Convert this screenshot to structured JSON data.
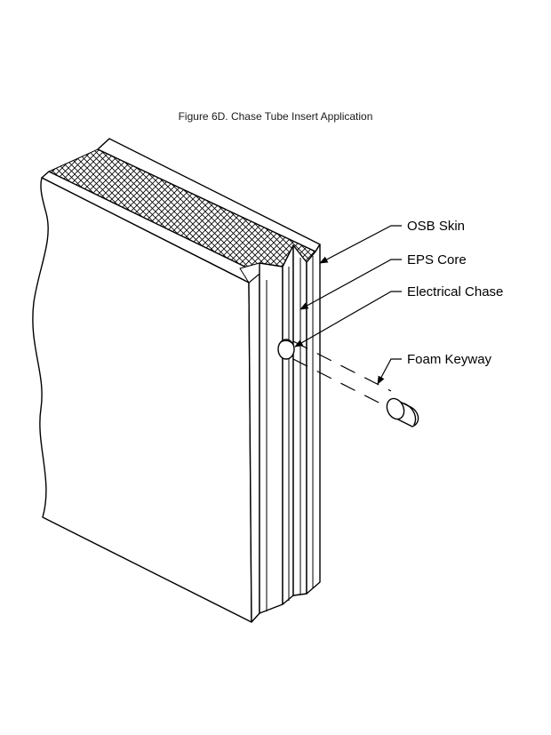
{
  "figure": {
    "title": "Figure 6D. Chase Tube Insert Application"
  },
  "callouts": [
    {
      "id": "osb-skin",
      "label": "OSB Skin"
    },
    {
      "id": "eps-core",
      "label": "EPS Core"
    },
    {
      "id": "electrical-chase",
      "label": "Electrical Chase"
    },
    {
      "id": "foam-keyway",
      "label": "Foam Keyway"
    }
  ],
  "colors": {
    "ink": "#000000",
    "paper": "#ffffff"
  }
}
